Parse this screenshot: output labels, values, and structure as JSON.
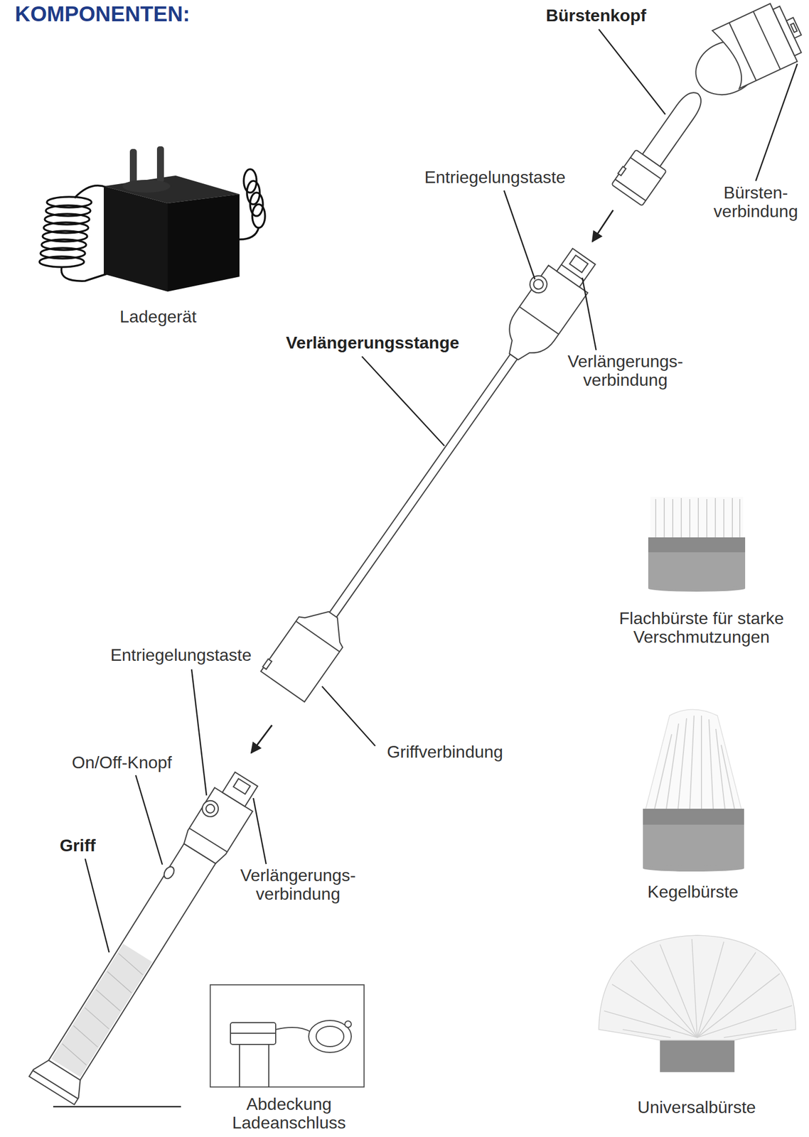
{
  "diagram": {
    "title": "KOMPONENTEN:",
    "labels": [
      "Bürstenkopf",
      "Entriegelungstaste",
      "Bürsten- verbindung",
      "Ladegerät",
      "Verlängerungsstange",
      "Verlängerungs- verbindung",
      "Flachbürste für starke Verschmutzungen",
      "Entriegelungstaste",
      "Griffverbindung",
      "On/Off-Knopf",
      "Griff",
      "Kegelbürste",
      "Verlängerungs- verbindung",
      "Universalbürste",
      "Abdeckung Ladeanschluss"
    ]
  }
}
